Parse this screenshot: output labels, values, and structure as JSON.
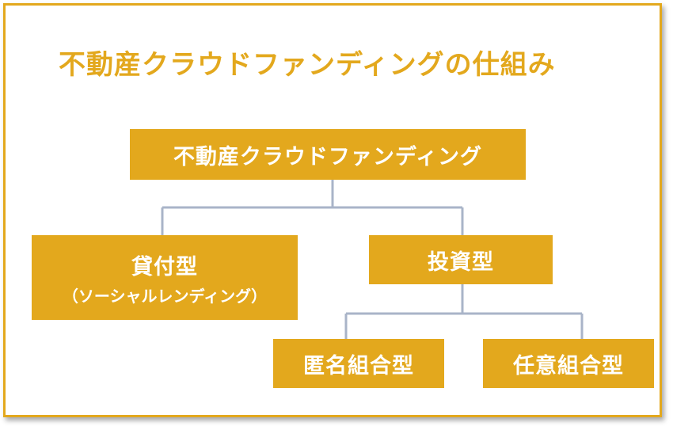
{
  "title": "不動産クラウドファンディングの仕組み",
  "nodes": {
    "root": "不動産クラウドファンディング",
    "loan": "貸付型",
    "loan_sub": "（ソーシャルレンディング）",
    "invest": "投資型",
    "anonymous": "匿名組合型",
    "voluntary": "任意組合型"
  },
  "colors": {
    "accent": "#E3A81D",
    "connector": "#A9B4C8"
  }
}
